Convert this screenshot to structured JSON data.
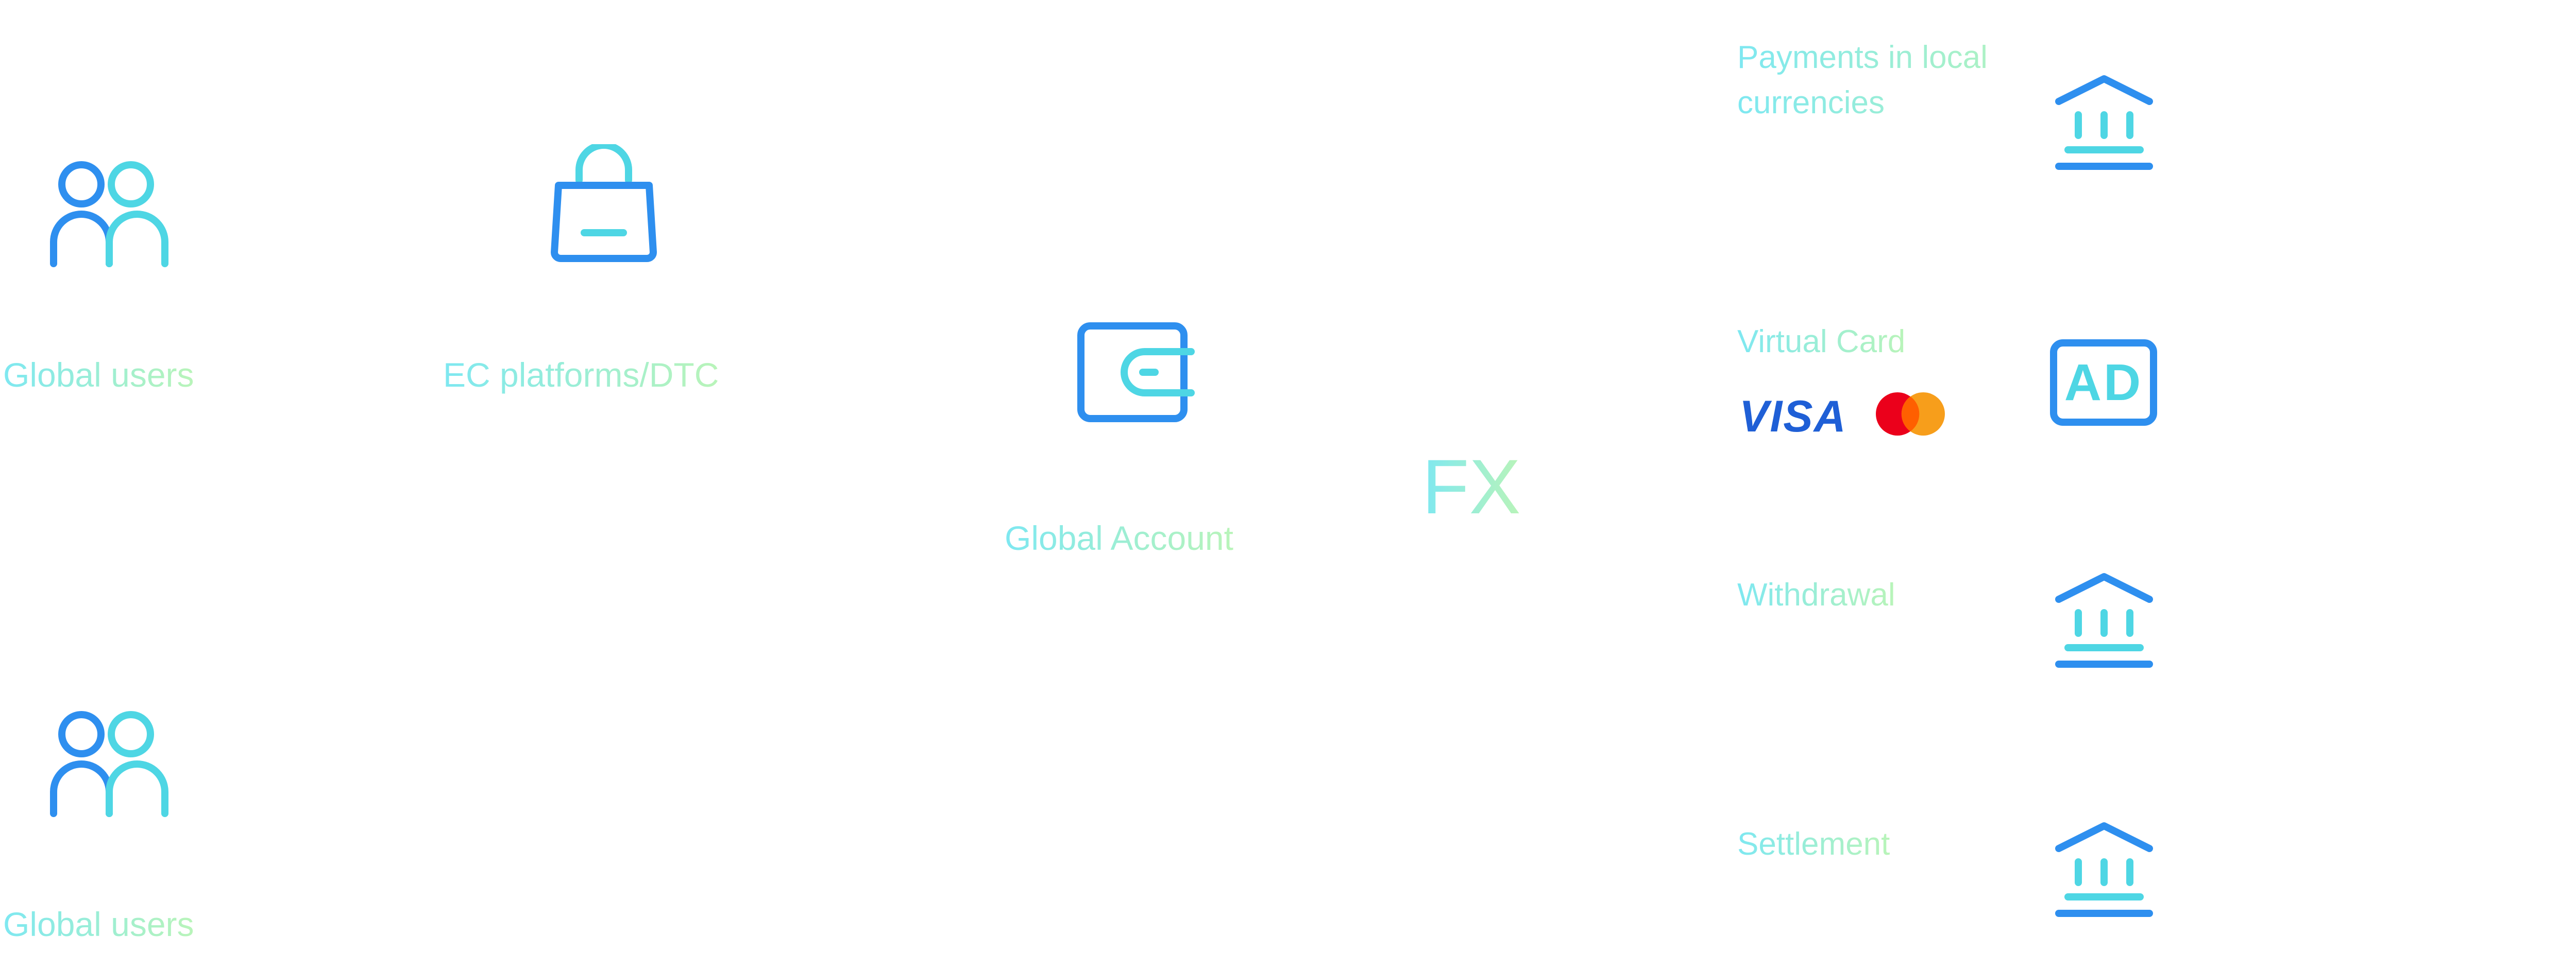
{
  "labels": {
    "users_top": "Global users",
    "ec_platforms": "EC platforms/DTC",
    "global_account": "Global Account",
    "fx": "FX",
    "users_bottom": "Global users",
    "payments": "Payments in local currencies",
    "virtual_card": "Virtual Card",
    "withdrawal": "Withdrawal",
    "settlement": "Settlement"
  },
  "logos": {
    "visa_text": "VISA",
    "ad_text": "AD"
  },
  "icons": {
    "users": "users-icon",
    "shopping_bag": "shopping-bag-icon",
    "wallet": "wallet-icon",
    "bank": "bank-icon",
    "ad_card": "ad-card-icon",
    "visa": "visa-logo",
    "mastercard": "mastercard-logo"
  },
  "colors": {
    "icon_blue": "#2E8FEF",
    "icon_cyan": "#4ED6E4",
    "text_gradient_start": "#7EE8F1",
    "text_gradient_end": "#B9F4B9",
    "visa_blue": "#1F5FD6",
    "mastercard_red": "#EB001B",
    "mastercard_orange": "#F79E1B"
  }
}
